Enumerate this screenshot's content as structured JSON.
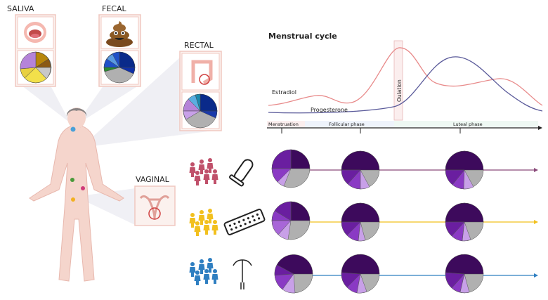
{
  "sites": {
    "saliva": "SALIVA",
    "fecal": "FECAL",
    "rectal": "RECTAL",
    "vaginal": "VAGINAL"
  },
  "cycle": {
    "title": "Menstrual cycle",
    "estradiol": "Estradiol",
    "progesterone": "Progesterone",
    "ovulation": "Oulation",
    "phases": [
      "Menstruation",
      "Follicular phase",
      "Luteal phase"
    ]
  },
  "groups": [
    {
      "color": "#c0506a",
      "contraceptive": "condom-icon",
      "line_color": "#8a4a7a"
    },
    {
      "color": "#f2c01e",
      "contraceptive": "pill-pack-icon",
      "line_color": "#f2c01e"
    },
    {
      "color": "#2f7fc1",
      "contraceptive": "iud-icon",
      "line_color": "#2f7fc1"
    }
  ],
  "colors": {
    "estradiol_line": "#e88a8a",
    "progesterone_line": "#5a5a9a",
    "frame": "#f0c8c0",
    "timeline": "#222222"
  }
}
